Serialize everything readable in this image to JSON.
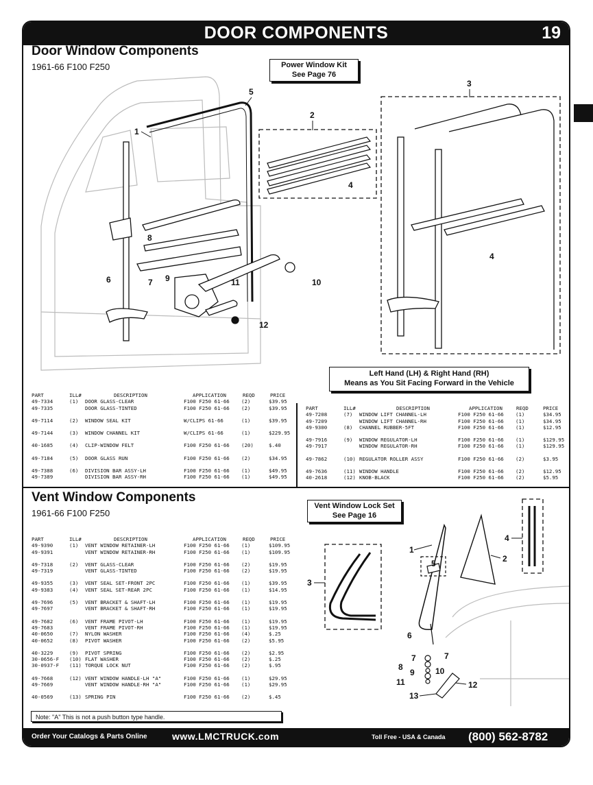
{
  "header": {
    "title": "DOOR COMPONENTS",
    "page_number": "19"
  },
  "door_section": {
    "title": "Door Window Components",
    "subtitle": "1961-66  F100  F250",
    "power_kit_note": [
      "Power Window Kit",
      "See Page 76"
    ],
    "lh_rh_note": [
      "Left Hand (LH) & Right Hand (RH)",
      "Means as You Sit Facing Forward in the Vehicle"
    ],
    "callouts": [
      "1",
      "2",
      "3",
      "4",
      "5",
      "6",
      "7",
      "8",
      "9",
      "10",
      "11",
      "12",
      "4"
    ]
  },
  "columns": {
    "part": "PART",
    "ill": "ILL#",
    "description": "DESCRIPTION",
    "application": "APPLICATION",
    "reqd": "REQD",
    "price": "PRICE"
  },
  "door_table_left": [
    {
      "part": "49-7334",
      "ill": "(1)",
      "desc": "DOOR GLASS-CLEAR",
      "app": "F100 F250 61-66",
      "req": "(2)",
      "price": "$39.95"
    },
    {
      "part": "49-7335",
      "ill": "",
      "desc": "   DOOR GLASS-TINTED",
      "app": "F100 F250 61-66",
      "req": "(2)",
      "price": "$39.95"
    },
    {
      "gap": true
    },
    {
      "part": "49-7114",
      "ill": "(2)",
      "desc": "WINDOW SEAL KIT",
      "app": "W/CLIPS   61-66",
      "req": "(1)",
      "price": "$39.95"
    },
    {
      "gap": true
    },
    {
      "part": "49-7144",
      "ill": "(3)",
      "desc": "WINDOW CHANNEL KIT",
      "app": "W/CLIPS   61-66",
      "req": "(1)",
      "price": "$229.95"
    },
    {
      "gap": true
    },
    {
      "part": "40-1685",
      "ill": "(4)",
      "desc": "     CLIP-WINDOW FELT",
      "app": "F100 F250 61-66",
      "req": "(20)",
      "price": "$.40"
    },
    {
      "gap": true
    },
    {
      "part": "49-7184",
      "ill": "(5)",
      "desc": "DOOR GLASS RUN",
      "app": "F100 F250 61-66",
      "req": "(2)",
      "price": "$34.95"
    },
    {
      "gap": true
    },
    {
      "part": "49-7388",
      "ill": "(6)",
      "desc": "DIVISION BAR ASSY-LH",
      "app": "F100 F250 61-66",
      "req": "(1)",
      "price": "$49.95"
    },
    {
      "part": "49-7389",
      "ill": "",
      "desc": "   DIVISION BAR ASSY-RH",
      "app": "F100 F250 61-66",
      "req": "(1)",
      "price": "$49.95"
    }
  ],
  "door_table_right": [
    {
      "part": "49-7208",
      "ill": "(7)",
      "desc": "WINDOW LIFT CHANNEL-LH",
      "app": "F100 F250 61-66",
      "req": "(1)",
      "price": "$34.95"
    },
    {
      "part": "49-7209",
      "ill": "",
      "desc": "   WINDOW LIFT CHANNEL-RH",
      "app": "F100 F250 61-66",
      "req": "(1)",
      "price": "$34.95"
    },
    {
      "part": "49-9300",
      "ill": "(8)",
      "desc": "    CHANNEL RUBBER-5FT",
      "app": "F100 F250 61-66",
      "req": "(1)",
      "price": "$12.95"
    },
    {
      "gap": true
    },
    {
      "part": "49-7916",
      "ill": "(9)",
      "desc": "WINDOW REGULATOR-LH",
      "app": "F100 F250 61-66",
      "req": "(1)",
      "price": "$129.95"
    },
    {
      "part": "49-7917",
      "ill": "",
      "desc": "   WINDOW REGULATOR-RH",
      "app": "F100 F250 61-66",
      "req": "(1)",
      "price": "$129.95"
    },
    {
      "gap": true
    },
    {
      "part": "49-7862",
      "ill": "(10)",
      "desc": "REGULATOR ROLLER ASSY",
      "app": "F100 F250 61-66",
      "req": "(2)",
      "price": "$3.95"
    },
    {
      "gap": true
    },
    {
      "part": "49-7636",
      "ill": "(11)",
      "desc": "WINDOW HANDLE",
      "app": "F100 F250 61-66",
      "req": "(2)",
      "price": "$12.95"
    },
    {
      "part": "40-2618",
      "ill": "(12)",
      "desc": "     KNOB-BLACK",
      "app": "F100 F250 61-66",
      "req": "(2)",
      "price": "$5.95"
    }
  ],
  "vent_section": {
    "title": "Vent Window Components",
    "subtitle": "1961-66  F100  F250",
    "lock_note": [
      "Vent Window Lock Set",
      "See Page 16"
    ],
    "callouts": [
      "1",
      "2",
      "3",
      "4",
      "5",
      "6",
      "7",
      "7",
      "8",
      "9",
      "10",
      "11",
      "12",
      "13"
    ]
  },
  "vent_table": [
    {
      "part": "49-9390",
      "ill": "(1)",
      "desc": "VENT WINDOW RETAINER-LH",
      "app": "F100 F250 61-66",
      "req": "(1)",
      "price": "$109.95"
    },
    {
      "part": "49-9391",
      "ill": "",
      "desc": "   VENT WINDOW RETAINER-RH",
      "app": "F100 F250 61-66",
      "req": "(1)",
      "price": "$109.95"
    },
    {
      "gap": true
    },
    {
      "part": "49-7318",
      "ill": "(2)",
      "desc": "VENT GLASS-CLEAR",
      "app": "F100 F250 61-66",
      "req": "(2)",
      "price": "$19.95"
    },
    {
      "part": "49-7319",
      "ill": "",
      "desc": "   VENT GLASS-TINTED",
      "app": "F100 F250 61-66",
      "req": "(2)",
      "price": "$19.95"
    },
    {
      "gap": true
    },
    {
      "part": "49-9355",
      "ill": "(3)",
      "desc": "VENT SEAL SET-FRONT    2PC",
      "app": "F100 F250 61-66",
      "req": "(1)",
      "price": "$39.95"
    },
    {
      "part": "49-9383",
      "ill": "(4)",
      "desc": "VENT SEAL SET-REAR     2PC",
      "app": "F100 F250 61-66",
      "req": "(1)",
      "price": "$14.95"
    },
    {
      "gap": true
    },
    {
      "part": "49-7696",
      "ill": "(5)",
      "desc": "VENT BRACKET & SHAFT-LH",
      "app": "F100 F250 61-66",
      "req": "(1)",
      "price": "$19.95"
    },
    {
      "part": "49-7697",
      "ill": "",
      "desc": "   VENT BRACKET & SHAFT-RH",
      "app": "F100 F250 61-66",
      "req": "(1)",
      "price": "$19.95"
    },
    {
      "gap": true
    },
    {
      "part": "49-7682",
      "ill": "(6)",
      "desc": "VENT FRAME PIVOT-LH",
      "app": "F100 F250 61-66",
      "req": "(1)",
      "price": "$19.95"
    },
    {
      "part": "49-7683",
      "ill": "",
      "desc": "   VENT FRAME PIVOT-RH",
      "app": "F100 F250 61-66",
      "req": "(1)",
      "price": "$19.95"
    },
    {
      "part": "40-0650",
      "ill": "(7)",
      "desc": "     NYLON WASHER",
      "app": "F100 F250 61-66",
      "req": "(4)",
      "price": "$.25"
    },
    {
      "part": "40-0652",
      "ill": "(8)",
      "desc": "     PIVOT WASHER",
      "app": "F100 F250 61-66",
      "req": "(2)",
      "price": "$5.95"
    },
    {
      "gap": true
    },
    {
      "part": "40-3229",
      "ill": "(9)",
      "desc": "PIVOT SPRING",
      "app": "F100 F250 61-66",
      "req": "(2)",
      "price": "$2.95"
    },
    {
      "part": "30-0656-F",
      "ill": "(10)",
      "desc": "     FLAT WASHER",
      "app": "F100 F250 61-66",
      "req": "(2)",
      "price": "$.25"
    },
    {
      "part": "30-0937-F",
      "ill": "(11)",
      "desc": "     TORQUE LOCK NUT",
      "app": "F100 F250 61-66",
      "req": "(2)",
      "price": "$.95"
    },
    {
      "gap": true
    },
    {
      "part": "49-7668",
      "ill": "(12)",
      "desc": "VENT WINDOW HANDLE-LH \"A\"",
      "app": "F100 F250 61-66",
      "req": "(1)",
      "price": "$29.95"
    },
    {
      "part": "49-7669",
      "ill": "",
      "desc": "   VENT WINDOW HANDLE-RH \"A\"",
      "app": "F100 F250 61-66",
      "req": "(1)",
      "price": "$29.95"
    },
    {
      "gap": true
    },
    {
      "part": "40-0569",
      "ill": "(13)",
      "desc": "     SPRING PIN",
      "app": "F100 F250 61-66",
      "req": "(2)",
      "price": "$.45"
    }
  ],
  "vent_note": "Note: \"A\"  This is not a push button type handle.",
  "footer": {
    "catalog_text": "Order Your Catalogs & Parts Online",
    "website": "www.LMCTRUCK.com",
    "toll_free_label": "Toll Free - USA & Canada",
    "phone": "(800) 562-8782"
  }
}
